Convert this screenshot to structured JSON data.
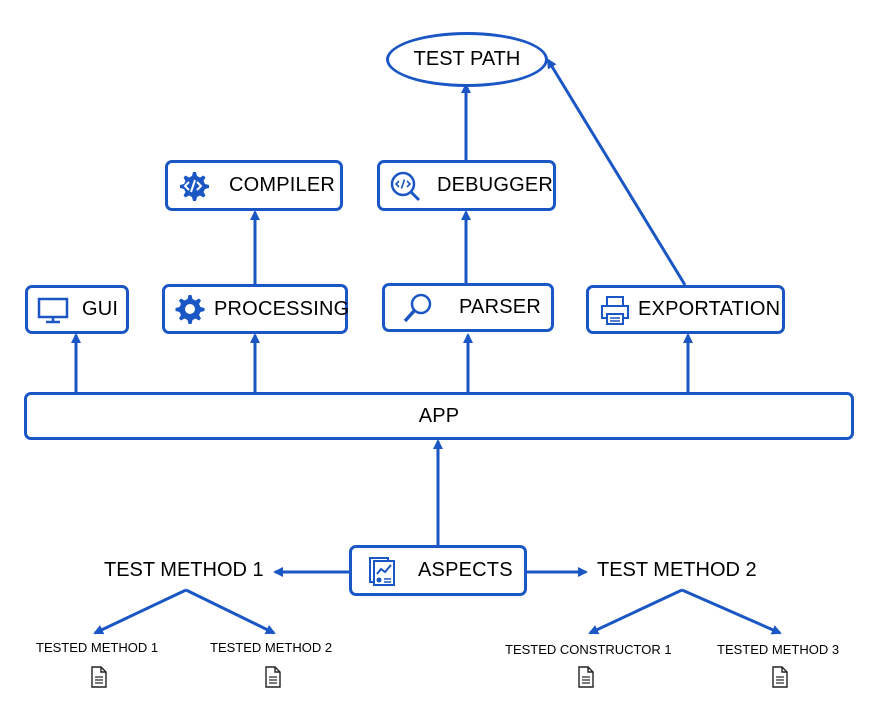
{
  "nodes": {
    "test_path": "TEST PATH",
    "compiler": "COMPILER",
    "debugger": "DEBUGGER",
    "gui": "GUI",
    "processing": "PROCESSING",
    "parser": "PARSER",
    "exportation": "EXPORTATION",
    "app": "APP",
    "aspects": "ASPECTS"
  },
  "tests": {
    "method1": {
      "label": "TEST METHOD 1",
      "children": [
        "TESTED METHOD 1",
        "TESTED METHOD 2"
      ]
    },
    "method2": {
      "label": "TEST METHOD 2",
      "children": [
        "TESTED CONSTRUCTOR 1",
        "TESTED METHOD 3"
      ]
    }
  },
  "colors": {
    "accent": "#1a56c4"
  },
  "icons": {
    "compiler": "code-gear-icon",
    "debugger": "code-search-icon",
    "gui": "monitor-icon",
    "processing": "gear-icon",
    "parser": "magnifier-icon",
    "exportation": "printer-icon",
    "aspects": "report-icon",
    "docs": "document-icon"
  }
}
